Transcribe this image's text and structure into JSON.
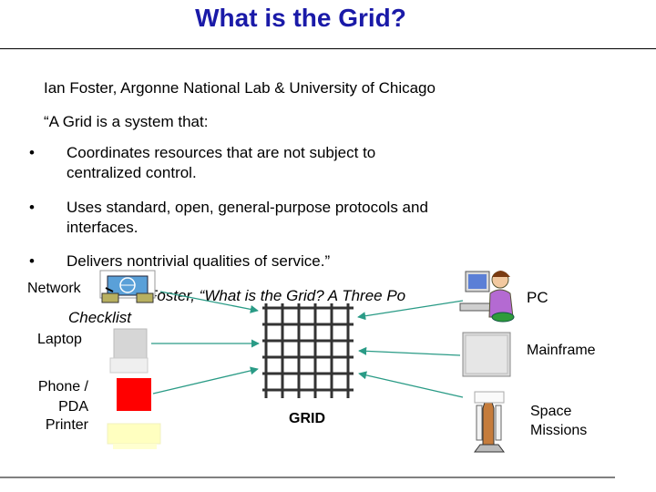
{
  "title": "What is the Grid?",
  "author_line": "Ian Foster, Argonne National Lab  & University of Chicago",
  "quote_intro": "“A Grid is a system that:",
  "bullets": [
    {
      "line1": "Coordinates resources that are not subject to",
      "line2": "centralized control."
    },
    {
      "line1": "Uses standard, open, general-purpose protocols and",
      "line2": "interfaces."
    },
    {
      "line1": "Delivers nontrivial qualities of service.”",
      "line2": ""
    }
  ],
  "citation_fragments": {
    "part1": "Foster, “What is the Grid?  A Three Po",
    "part2": "Checklist"
  },
  "diagram": {
    "left_labels": [
      "Network",
      "Laptop",
      "Phone /",
      "PDA",
      "Printer"
    ],
    "right_labels": [
      "PC",
      "Mainframe",
      "Space",
      "Missions"
    ],
    "center_label": "GRID"
  },
  "colors": {
    "title": "#1a1aa8",
    "arrow": "#2a9b86",
    "phone": "#ff0000",
    "printer": "#ffffc0",
    "laptop": "#d8d8d8"
  },
  "icons": [
    "network-computers-icon",
    "laptop-icon",
    "phone-pda-icon",
    "printer-icon",
    "pc-user-icon",
    "mainframe-icon",
    "space-shuttle-icon"
  ]
}
